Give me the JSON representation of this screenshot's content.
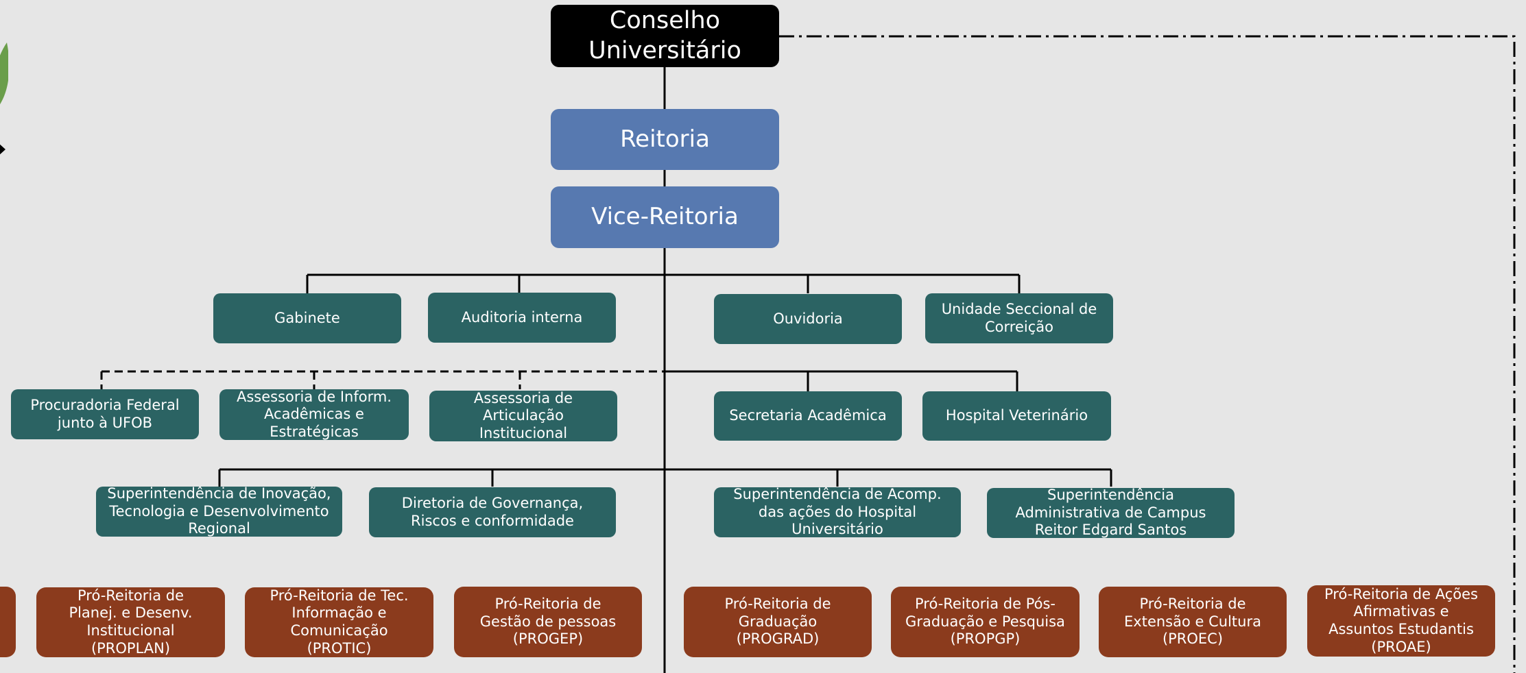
{
  "top": {
    "council": "Conselho\nUniversitário",
    "rector": "Reitoria",
    "vice": "Vice-Reitoria"
  },
  "level1": [
    "Gabinete",
    "Auditoria interna",
    "Ouvidoria",
    "Unidade Seccional de\nCorreição"
  ],
  "level2": [
    "Procuradoria Federal\njunto à UFOB",
    "Assessoria de Inform.\nAcadêmicas e\nEstratégicas",
    "Assessoria de\nArticulação\nInstitucional",
    "Secretaria Acadêmica",
    "Hospital Veterinário"
  ],
  "level3": [
    "Superintendência de Inovação,\nTecnologia e Desenvolvimento\nRegional",
    "Diretoria de Governança,\nRiscos e conformidade",
    "Superintendência de Acomp.\ndas ações do Hospital\nUniversitário",
    "Superintendência\nAdministrativa de Campus\nReitor Edgard Santos"
  ],
  "level4": [
    "Pró-Reitoria de\nPlanej. e Desenv.\nInstitucional\n(PROPLAN)",
    "Pró-Reitoria de Tec.\nInformação e\nComunicação\n(PROTIC)",
    "Pró-Reitoria de\nGestão de pessoas\n(PROGEP)",
    "Pró-Reitoria de\nGraduação\n(PROGRAD)",
    "Pró-Reitoria de Pós-\nGraduação e Pesquisa\n(PROPGP)",
    "Pró-Reitoria de\nExtensão e Cultura\n(PROEC)",
    "Pró-Reitoria de Ações\nAfirmativas e\nAssuntos Estudantis\n(PROAE)"
  ],
  "colors": {
    "background": "#e6e6e6",
    "council": "#000000",
    "rectorate": "#5779b0",
    "units": "#2b6363",
    "pro_rectorates": "#8b3b1d",
    "logo_leaf": "#6a9e4a"
  },
  "icons": {
    "logo_fragment": "laurel-leaf-icon",
    "logo_star": "star-icon"
  }
}
